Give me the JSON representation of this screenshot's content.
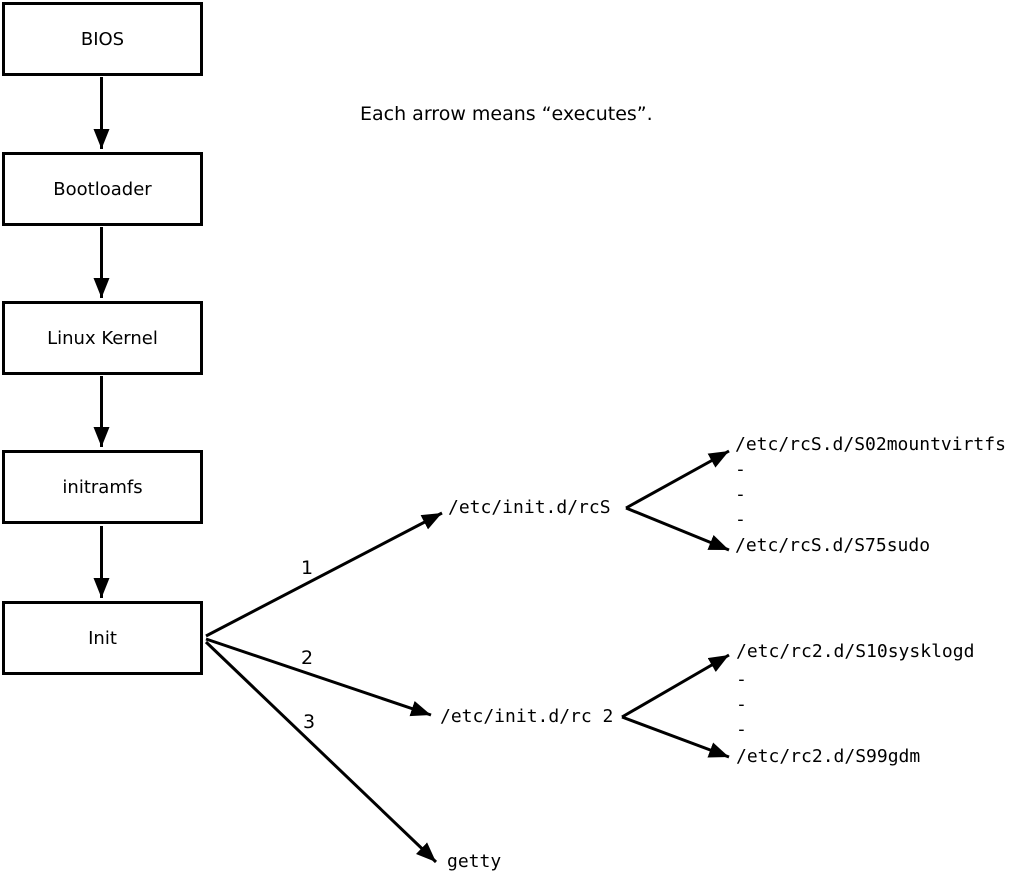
{
  "note": "Each arrow means “executes”.",
  "chain": [
    {
      "label": "BIOS"
    },
    {
      "label": "Bootloader"
    },
    {
      "label": "Linux Kernel"
    },
    {
      "label": "initramfs"
    },
    {
      "label": "Init"
    }
  ],
  "init_branches": [
    {
      "order": "1",
      "target": "/etc/init.d/rcS",
      "children": [
        "/etc/rcS.d/S02mountvirtfs",
        "-",
        "-",
        "-",
        "/etc/rcS.d/S75sudo"
      ]
    },
    {
      "order": "2",
      "target": "/etc/init.d/rc 2",
      "children": [
        "/etc/rc2.d/S10sysklogd",
        "-",
        "-",
        "-",
        "/etc/rc2.d/S99gdm"
      ]
    },
    {
      "order": "3",
      "target": "getty",
      "children": []
    }
  ],
  "colors": {
    "line": "#000000",
    "background": "#ffffff",
    "text": "#000000"
  }
}
